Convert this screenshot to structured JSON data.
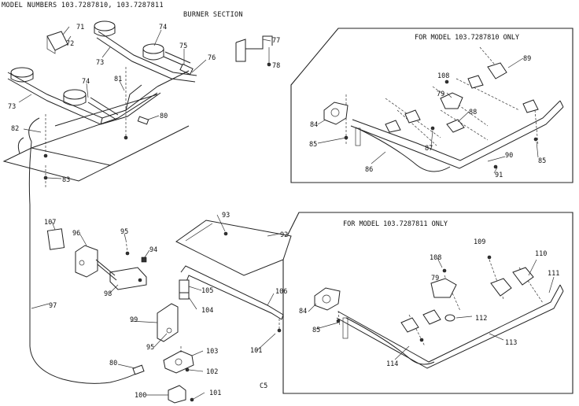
{
  "header": {
    "model_numbers": "MODEL NUMBERS 103.7287810, 103.7287811",
    "section_title": "BURNER SECTION"
  },
  "insets": {
    "model_810_title": "FOR MODEL 103.7287810 ONLY",
    "model_811_title": "FOR MODEL 103.7287811 ONLY"
  },
  "footer": {
    "code": "C5"
  },
  "part_labels": {
    "p71": "71",
    "p72": "72",
    "p73a": "73",
    "p73b": "73",
    "p74a": "74",
    "p74b": "74",
    "p75": "75",
    "p76": "76",
    "p77": "77",
    "p78": "78",
    "p80a": "80",
    "p80b": "80",
    "p81": "81",
    "p82": "82",
    "p83": "83",
    "p84a": "84",
    "p84b": "84",
    "p85a": "85",
    "p85b": "85",
    "p86": "86",
    "p87": "87",
    "p88": "88",
    "p89": "89",
    "p90": "90",
    "p91": "91",
    "p92": "92",
    "p93": "93",
    "p94": "94",
    "p95": "95",
    "p96": "96",
    "p97": "97",
    "p98": "98",
    "p99": "99",
    "p100": "100",
    "p101a": "101",
    "p101b": "101",
    "p102": "102",
    "p103": "103",
    "p104": "104",
    "p105": "105",
    "p106": "106",
    "p107": "107",
    "p108a": "108",
    "p108b": "108",
    "p109": "109",
    "p110": "110",
    "p111": "111",
    "p112": "112",
    "p113": "113",
    "p114": "114",
    "p79a": "79",
    "p79b": "79",
    "p95b": "95"
  }
}
